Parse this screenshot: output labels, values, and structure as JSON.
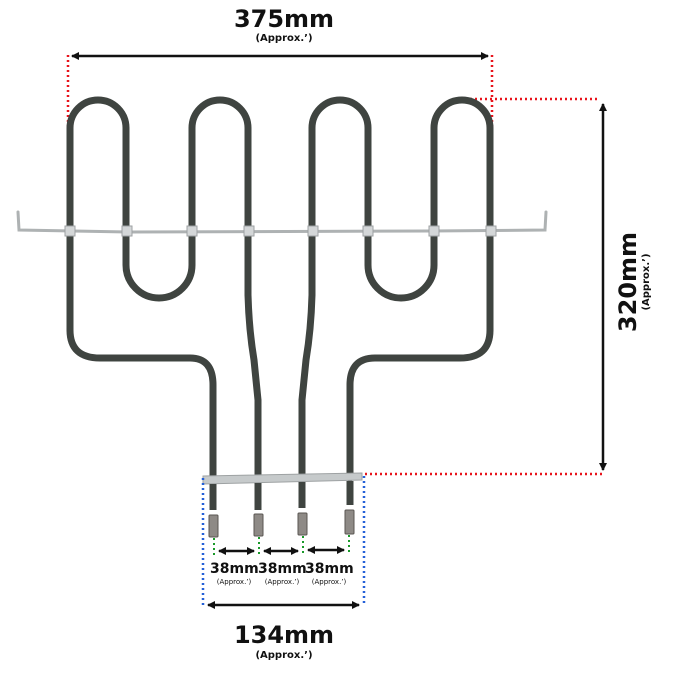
{
  "diagram": {
    "subject": "Oven grill heating element with dimensions",
    "colors": {
      "element": "#3f4440",
      "bracket": "#b9bcbd",
      "overall_guides": "#e8141c",
      "terminal_guides": "#1a9a2a",
      "terminal_block_guides": "#2460d8",
      "arrows": "#111111"
    },
    "dimensions": {
      "width": {
        "value": "375mm",
        "note": "(Approx.’)"
      },
      "height": {
        "value": "320mm",
        "note": "(Approx.’)"
      },
      "terminal_block": {
        "value": "134mm",
        "note": "(Approx.’)"
      },
      "terminal_spacing": [
        {
          "value": "38mm",
          "note": "(Approx.’)"
        },
        {
          "value": "38mm",
          "note": "(Approx.’)"
        },
        {
          "value": "38mm",
          "note": "(Approx.’)"
        }
      ]
    },
    "terminals": {
      "count": 4
    }
  }
}
